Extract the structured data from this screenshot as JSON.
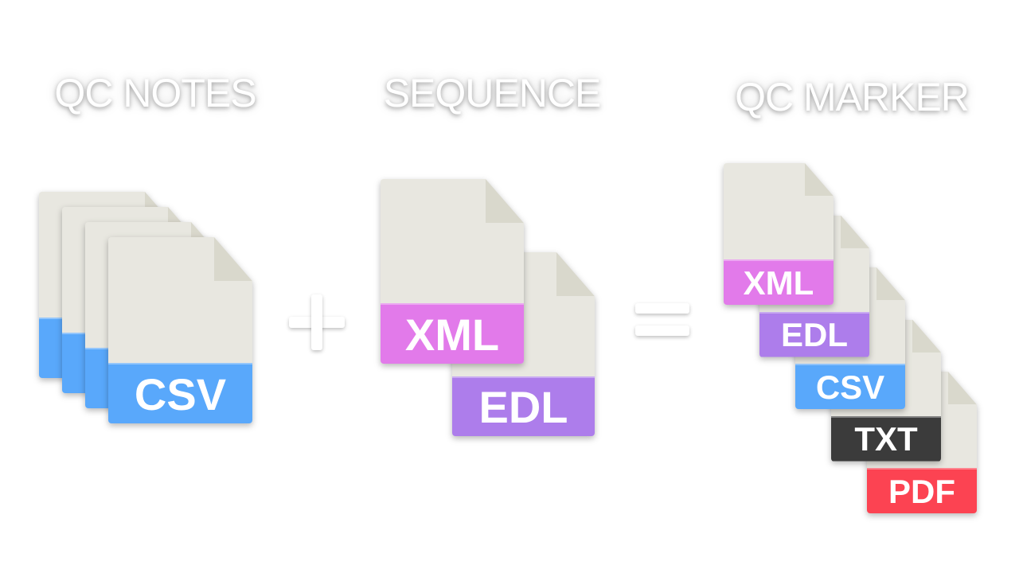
{
  "titles": {
    "qc_notes": "QC NOTES",
    "sequence": "SEQUENCE",
    "qc_marker": "QC MARKER"
  },
  "operators": {
    "plus": "plus-icon",
    "equals": "equals-icon"
  },
  "inputs": {
    "qc_notes_files": [
      {
        "label": "",
        "color": "#59a8fb"
      },
      {
        "label": "",
        "color": "#59a8fb"
      },
      {
        "label": "",
        "color": "#59a8fb"
      },
      {
        "label": "CSV",
        "color": "#59a8fb"
      }
    ],
    "sequence_files": [
      {
        "label": "XML",
        "color": "#e27aea"
      },
      {
        "label": "EDL",
        "color": "#ad7deb"
      }
    ]
  },
  "outputs": {
    "qc_marker_files": [
      {
        "label": "XML",
        "color": "#e27aea"
      },
      {
        "label": "EDL",
        "color": "#ad7deb"
      },
      {
        "label": "CSV",
        "color": "#59a8fb"
      },
      {
        "label": "TXT",
        "color": "#3b3b3b"
      },
      {
        "label": "PDF",
        "color": "#fc4352"
      }
    ]
  }
}
